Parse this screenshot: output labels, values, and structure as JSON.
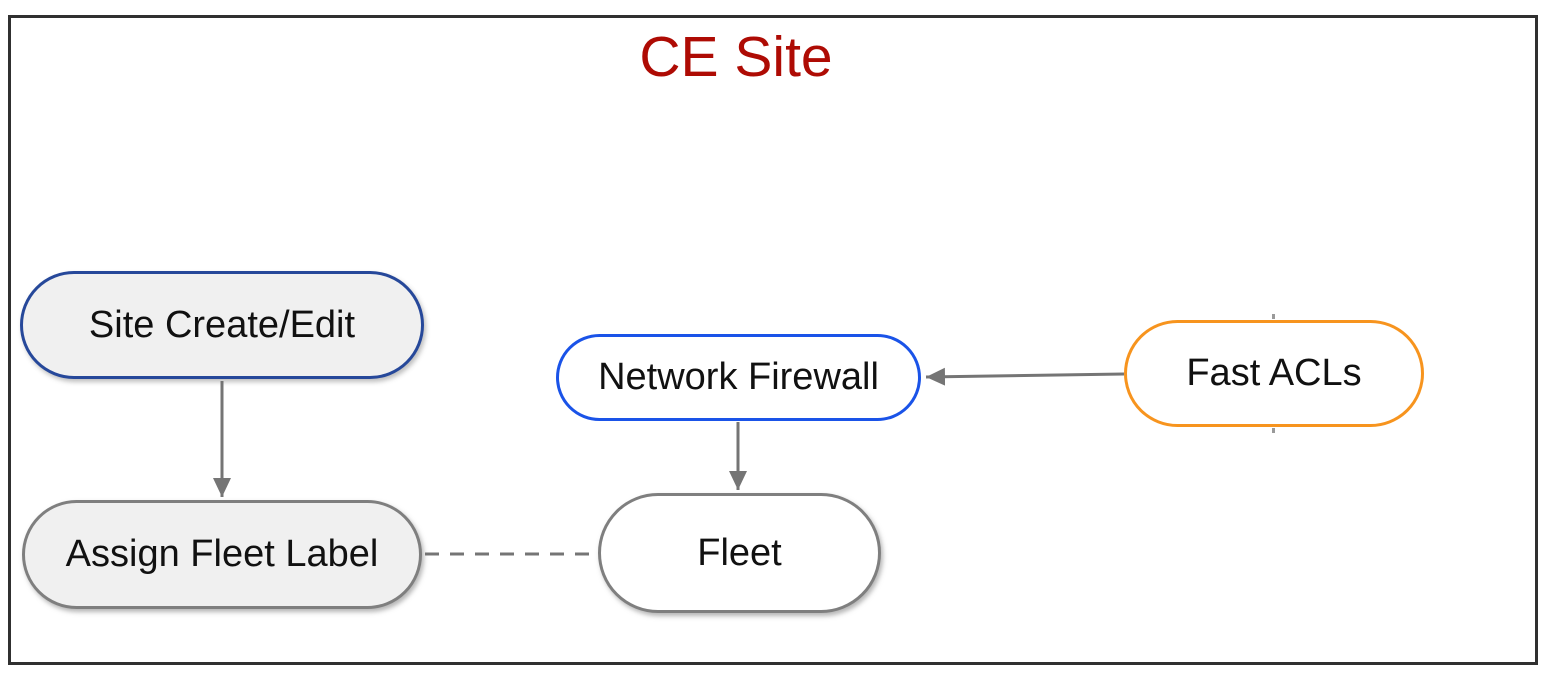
{
  "diagram": {
    "title": "CE Site",
    "title_color": "#AE0B04",
    "frame_color": "#303030"
  },
  "nodes": {
    "site_create_edit": {
      "label": "Site Create/Edit",
      "fill": "#F0F0F0",
      "border_color": "#26489A",
      "shape": "stadium"
    },
    "assign_fleet_label": {
      "label": "Assign Fleet Label",
      "fill": "#F0F0F0",
      "border_color": "#7F7F7F",
      "shape": "stadium"
    },
    "network_firewall": {
      "label": "Network Firewall",
      "fill": "#FFFFFF",
      "border_color": "#1A53E8",
      "shape": "stadium"
    },
    "fleet": {
      "label": "Fleet",
      "fill": "#FFFFFF",
      "border_color": "#7F7F7F",
      "shape": "stadium"
    },
    "fast_acls": {
      "label": "Fast ACLs",
      "fill": "#FFFFFF",
      "border_color": "#F7941E",
      "shape": "stadium"
    }
  },
  "connectors": [
    {
      "from": "Site Create/Edit",
      "to": "Assign Fleet Label",
      "style": "solid",
      "arrowhead": "to"
    },
    {
      "from": "Network Firewall",
      "to": "Fleet",
      "style": "solid",
      "arrowhead": "to"
    },
    {
      "from": "Fast ACLs",
      "to": "Network Firewall",
      "style": "solid",
      "arrowhead": "to"
    },
    {
      "from": "Assign Fleet Label",
      "to": "Fleet",
      "style": "dashed",
      "arrowhead": "none"
    }
  ],
  "connector_color": "#757575"
}
